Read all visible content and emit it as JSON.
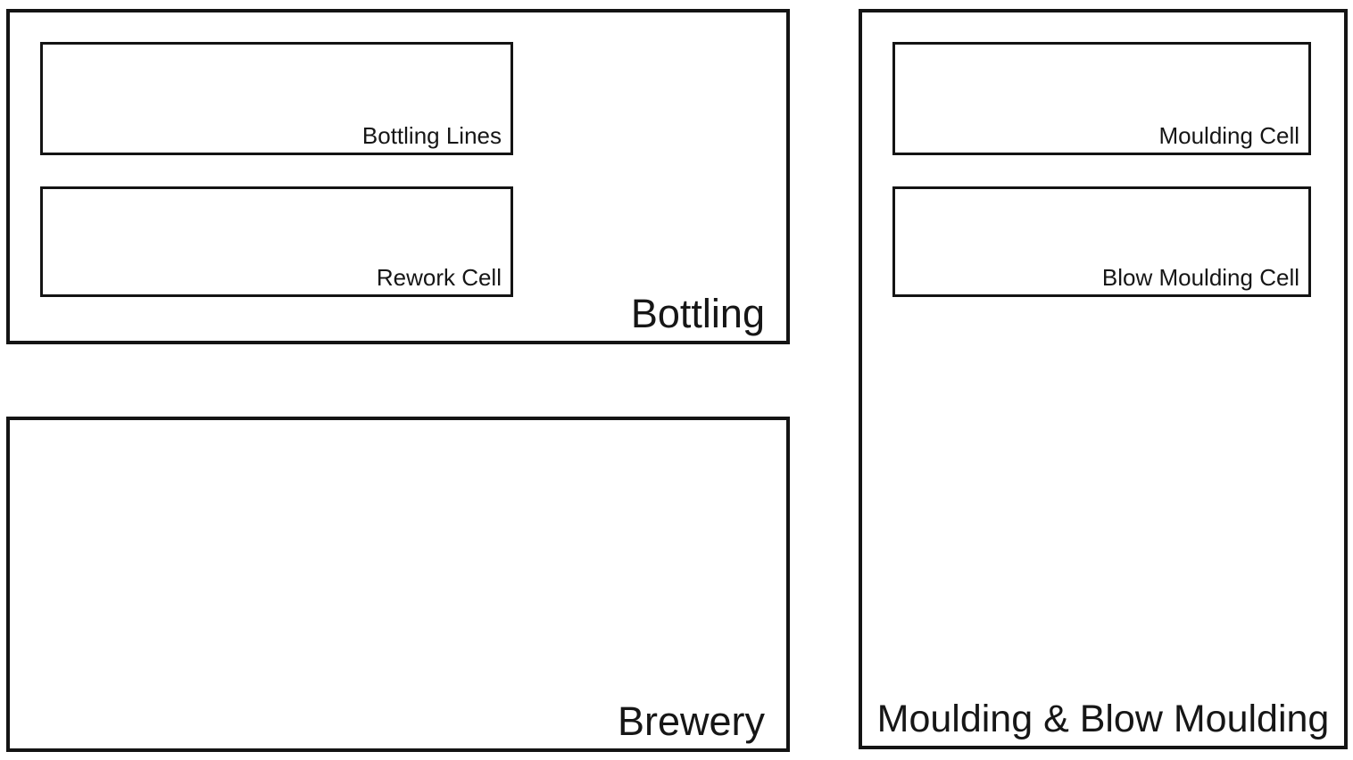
{
  "diagram": {
    "background_color": "#ffffff",
    "border_color": "#141414",
    "text_color": "#161616",
    "areas": [
      {
        "id": "bottling",
        "label": "Bottling",
        "cells": [
          {
            "id": "bottling-lines",
            "label": "Bottling Lines"
          },
          {
            "id": "rework-cell",
            "label": "Rework Cell"
          }
        ]
      },
      {
        "id": "brewery",
        "label": "Brewery",
        "cells": []
      },
      {
        "id": "moulding-and-blow-moulding",
        "label": "Moulding & Blow Moulding",
        "cells": [
          {
            "id": "moulding-cell",
            "label": "Moulding Cell"
          },
          {
            "id": "blow-moulding-cell",
            "label": "Blow Moulding Cell"
          }
        ]
      }
    ]
  }
}
